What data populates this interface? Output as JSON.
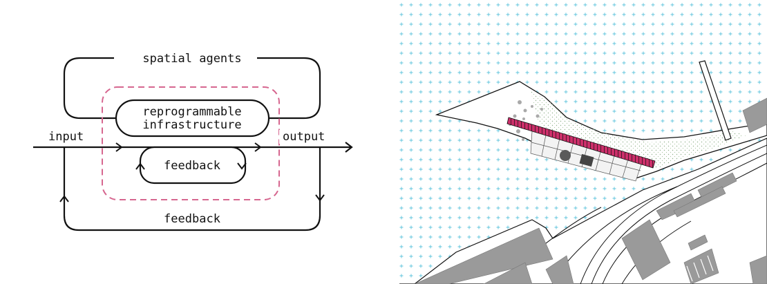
{
  "diagram": {
    "labels": {
      "spatial_agents": "spatial agents",
      "reprogrammable_line1": "reprogrammable",
      "reprogrammable_line2": "infrastructure",
      "input": "input",
      "output": "output",
      "feedback_inner": "feedback",
      "feedback_outer": "feedback"
    },
    "colors": {
      "line": "#111111",
      "dashed_boundary": "#d6668f"
    }
  },
  "site_plan": {
    "colors": {
      "water_grid": "#5fc4dc",
      "buildings": "#9a9a9a",
      "highlight_bar": "#cc2f6a",
      "vegetation": "#8fb08a",
      "outline": "#111111"
    }
  }
}
